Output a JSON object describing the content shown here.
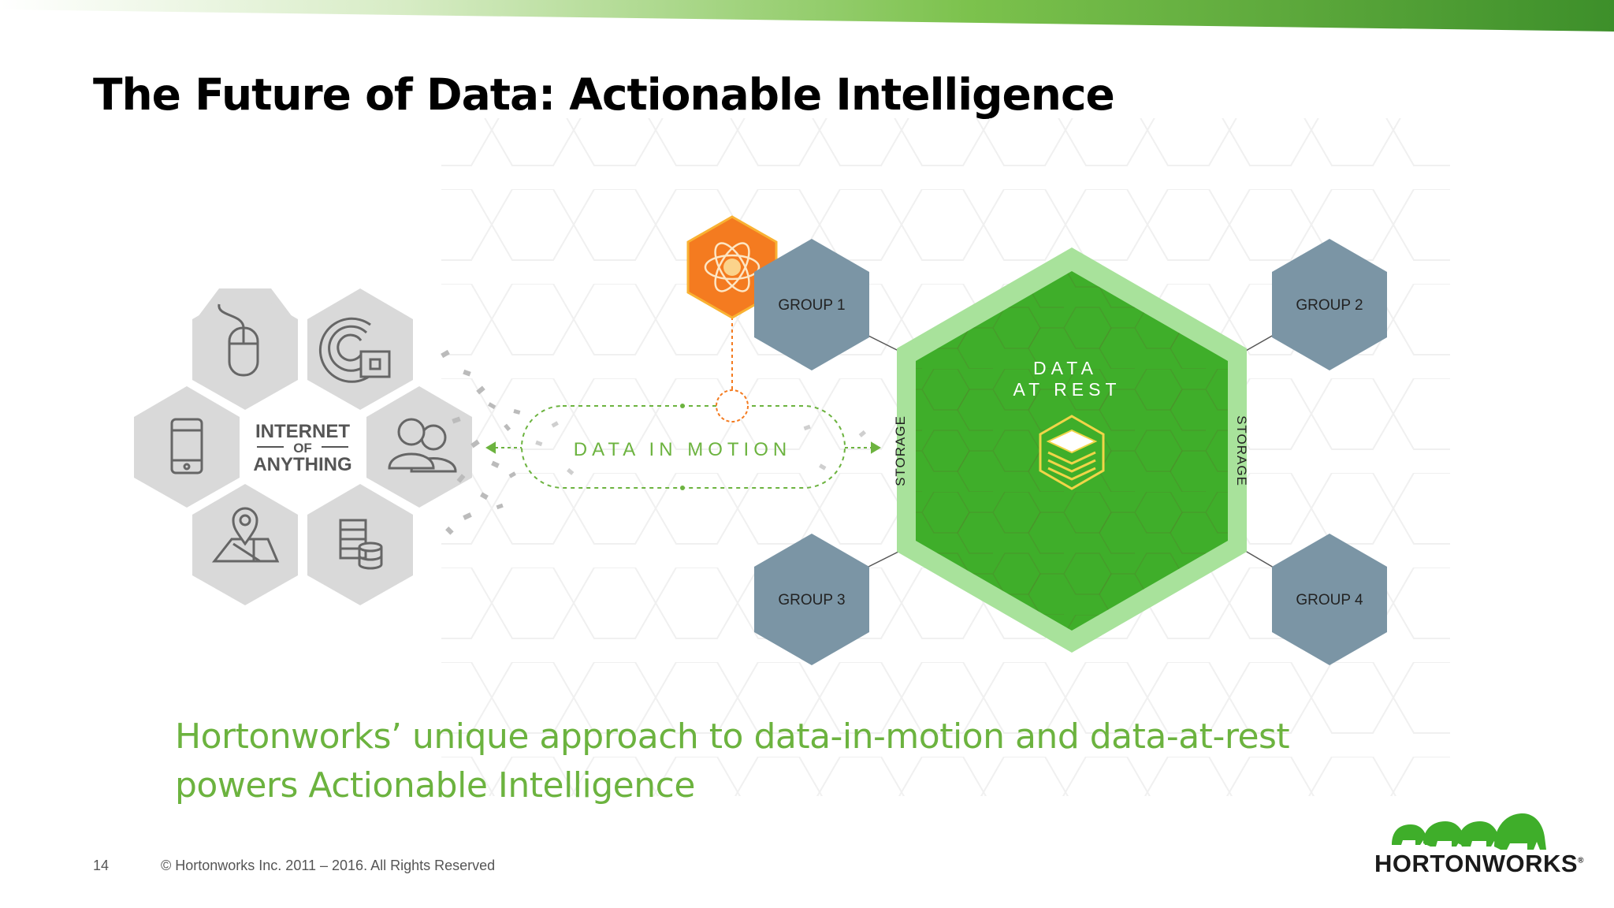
{
  "slide": {
    "title": "The Future of Data: Actionable Intelligence",
    "subtitle": "Hortonworks’ unique approach to data-in-motion and data-at-rest powers Actionable Intelligence",
    "page_number": "14",
    "footer": "© Hortonworks Inc. 2011 – 2016. All Rights Reserved"
  },
  "logo": {
    "text": "HORTONWORKS",
    "mark": "®",
    "icon": "elephant-herd-icon"
  },
  "diagram": {
    "iot": {
      "line1": "INTERNET",
      "line2": "OF",
      "line3": "ANYTHING"
    },
    "iot_icons": [
      "mouse-icon",
      "sensor-icon",
      "phone-icon",
      "people-icon",
      "map-pin-icon",
      "server-database-icon"
    ],
    "data_in_motion": "DATA IN MOTION",
    "data_at_rest_line1": "DATA",
    "data_at_rest_line2": "AT REST",
    "storage_left": "STORAGE",
    "storage_right": "STORAGE",
    "groups": [
      "GROUP 1",
      "GROUP 2",
      "GROUP 3",
      "GROUP 4"
    ],
    "analytics_icon": "atom-intelligence-icon",
    "storage_stack_icon": "data-stack-icon"
  },
  "colors": {
    "brand_green": "#6cb33f",
    "dark_green": "#3fae2a",
    "light_green": "#a8e29b",
    "orange": "#f47b20",
    "slate": "#7b95a5",
    "gray_hex": "#d9d9d9"
  }
}
